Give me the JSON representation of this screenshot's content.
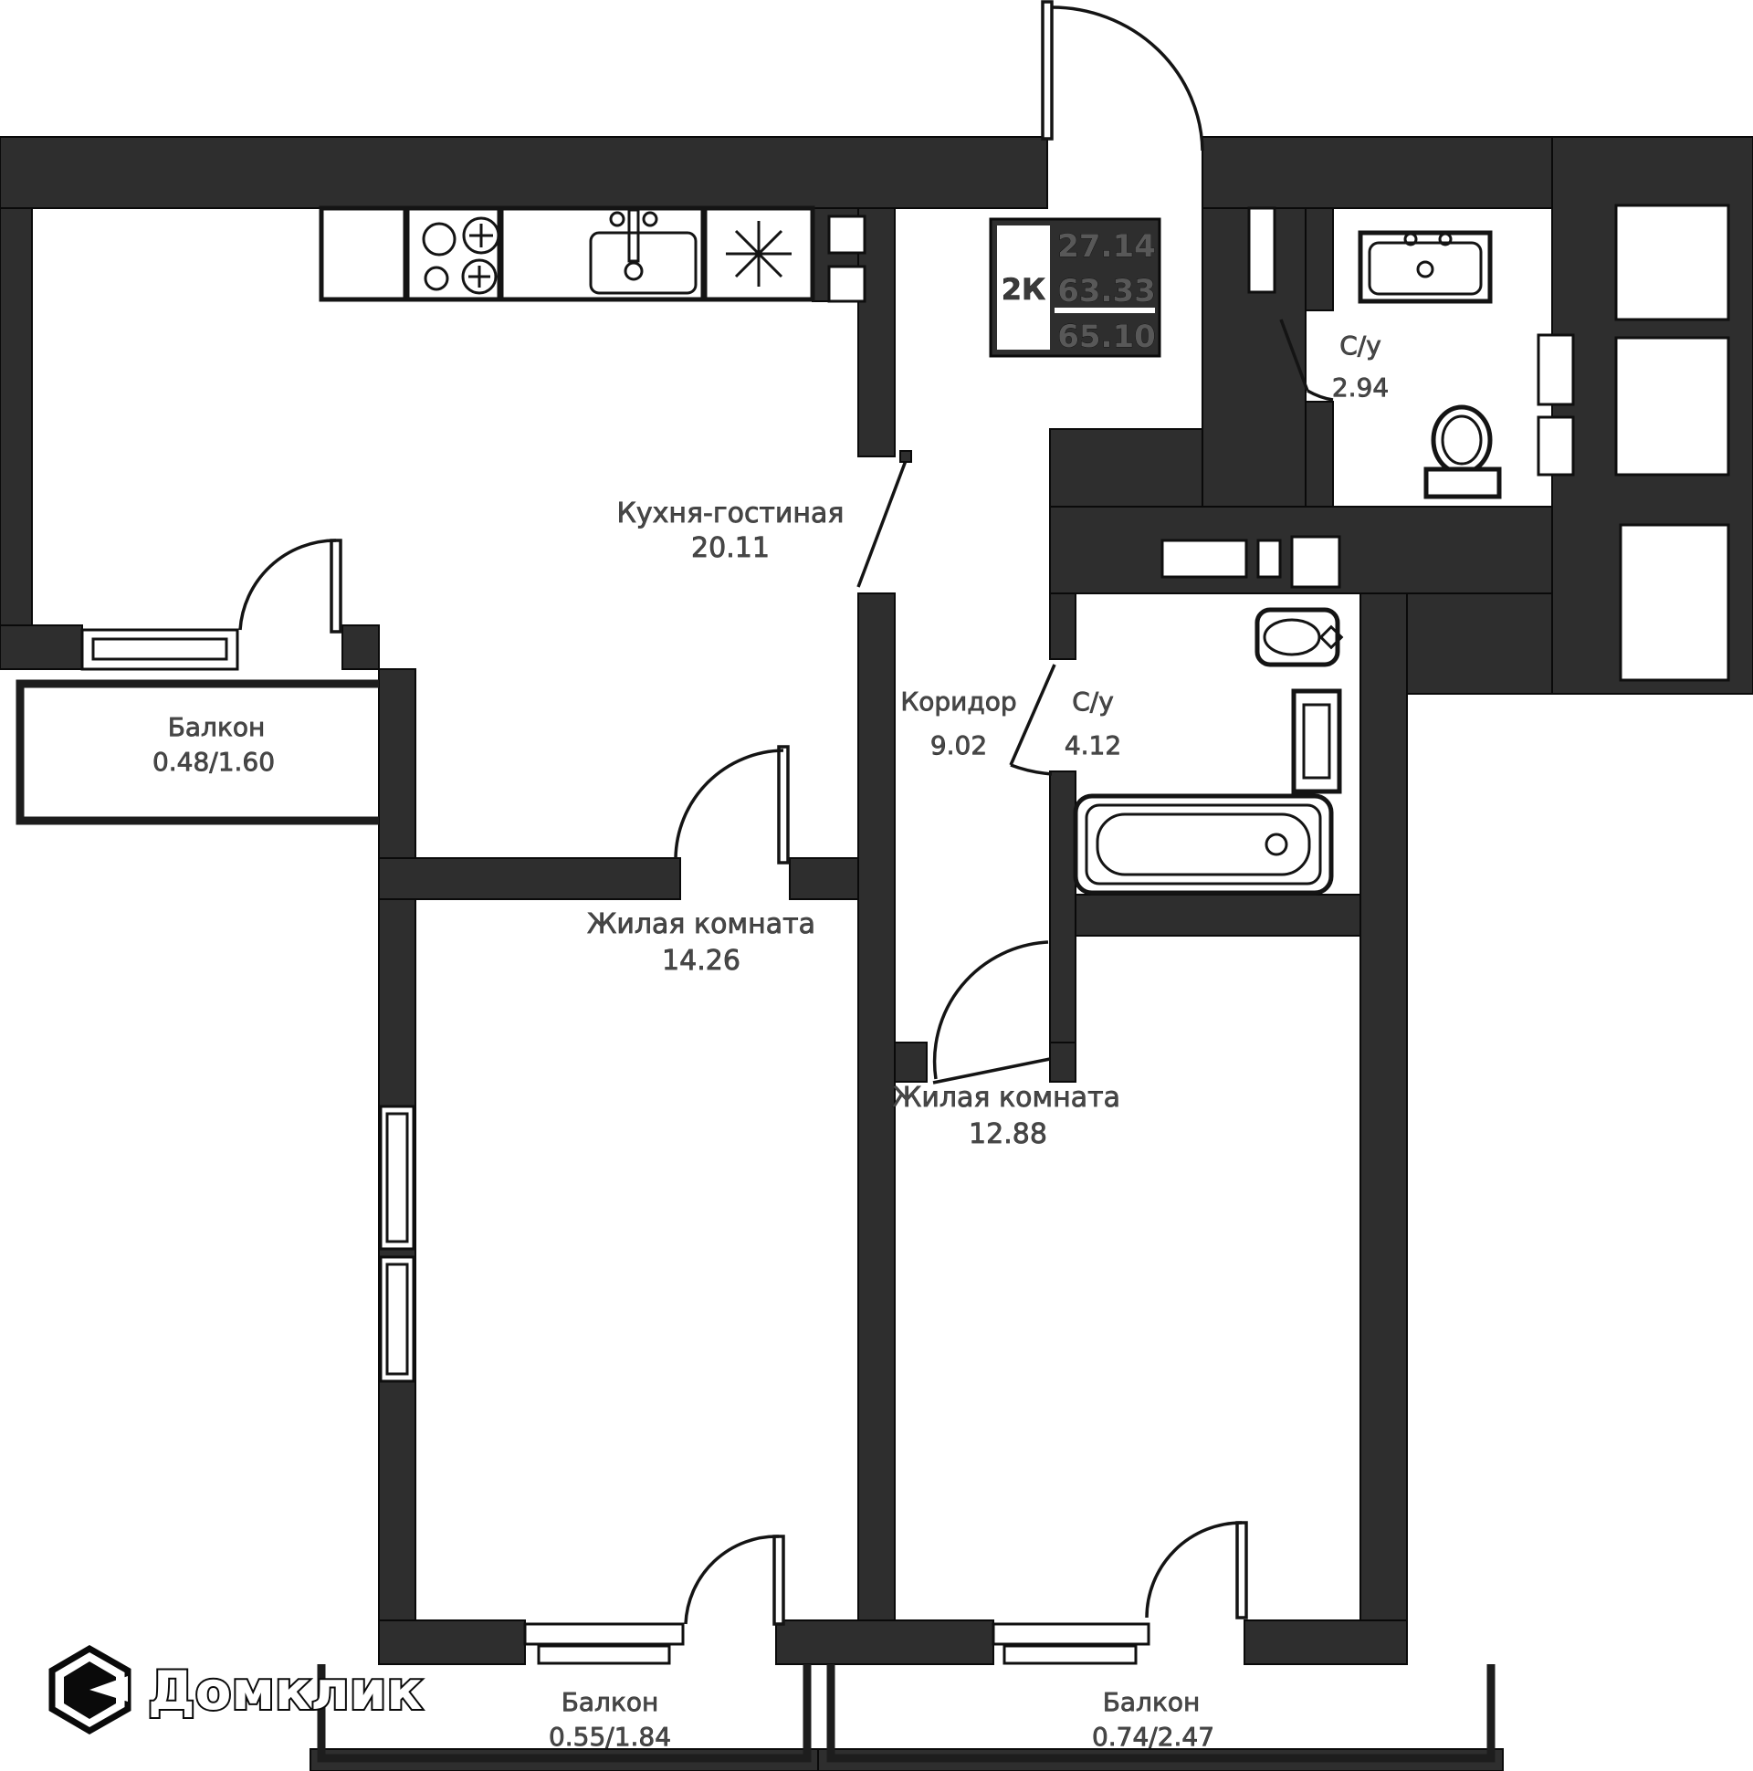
{
  "colors": {
    "wall": "#2e2e2e",
    "line": "#141414",
    "label": "#474747",
    "logo": "#ffffff"
  },
  "stamp": {
    "rooms_type": "2К",
    "living_area": "27.14",
    "area": "63.33",
    "total_area": "65.10"
  },
  "rooms": {
    "kitchen": {
      "name": "Кухня-гостиная",
      "area": "20.11"
    },
    "living1": {
      "name": "Жилая комната",
      "area": "14.26"
    },
    "living2": {
      "name": "Жилая комната",
      "area": "12.88"
    },
    "corridor": {
      "name": "Коридор",
      "area": "9.02"
    },
    "bath_top": {
      "name": "С/у",
      "area": "2.94"
    },
    "bath_mid": {
      "name": "С/у",
      "area": "4.12"
    },
    "balcony_left": {
      "name": "Балкон",
      "area": "0.48/1.60"
    },
    "balcony_bottom_left": {
      "name": "Балкон",
      "area": "0.55/1.84"
    },
    "balcony_bottom_right": {
      "name": "Балкон",
      "area": "0.74/2.47"
    }
  },
  "logo": {
    "text": "Домклик"
  }
}
